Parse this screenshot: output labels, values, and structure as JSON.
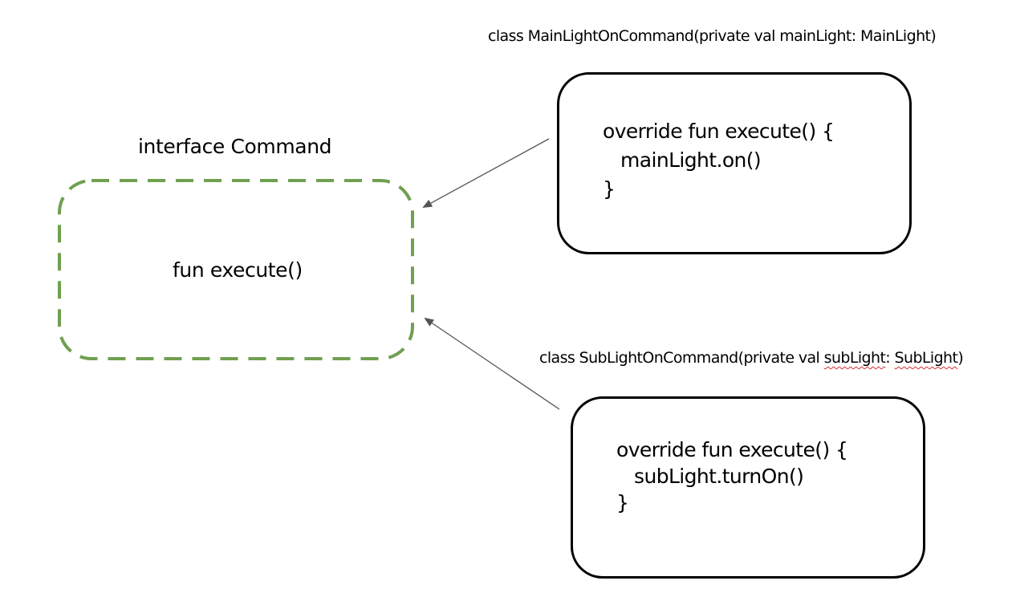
{
  "colors": {
    "interface_border": "#70a050",
    "class_border": "#000000",
    "arrow": "#555555",
    "spellcheck_underline": "#d92f2f"
  },
  "interface": {
    "title": "interface Command",
    "method": "fun execute()"
  },
  "main_light": {
    "class_signature": {
      "prefix": "class MainLightOnCommand(private val mainLight: MainLight)"
    },
    "code_lines": [
      "override fun execute() {",
      "   mainLight.on()",
      "}"
    ]
  },
  "sub_light": {
    "class_signature": {
      "prefix": "class SubLightOnCommand(private val ",
      "param_name": "subLight",
      "separator": ": ",
      "param_type": "SubLight",
      "suffix": ")"
    },
    "code_lines": [
      "override fun execute() {",
      "   subLight.turnOn()",
      "}"
    ]
  }
}
